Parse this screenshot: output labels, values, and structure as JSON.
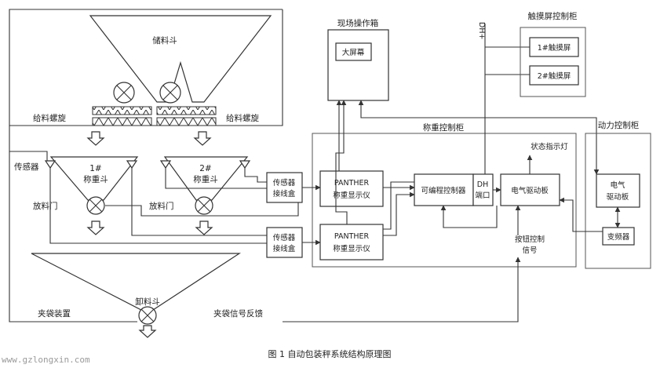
{
  "labels": {
    "storage_hopper": "储料斗",
    "feed_screw_left": "给料螺旋",
    "feed_screw_right": "给料螺旋",
    "sensor": "传感器",
    "hopper1": "1#\n称重斗",
    "hopper2": "2#\n称重斗",
    "discharge_gate1": "放料门",
    "discharge_gate2": "放料门",
    "junction_box1": "传感器\n接线盒",
    "junction_box2": "传感器\n接线盒",
    "panther1": "PANTHER\n称重显示仪",
    "panther2": "PANTHER\n称重显示仪",
    "plc": "可编程控制器",
    "dh_port": "DH\n端口",
    "dh_plus": "DH+",
    "drive_board": "电气驱动板",
    "status_light": "状态指示灯",
    "button_signal": "按钮控制\n信号",
    "field_box": "现场操作箱",
    "big_screen": "大屏幕",
    "touch_cabinet": "触摸屏控制柜",
    "touch1": "1#触摸屏",
    "touch2": "2#触摸屏",
    "weighing_cabinet": "称重控制柜",
    "power_cabinet": "动力控制柜",
    "elec_drive": "电气\n驱动板",
    "inverter": "变频器",
    "unload_hopper": "卸料斗",
    "bag_clamp": "夹袋装置",
    "bag_feedback": "夹袋信号反馈"
  },
  "caption": "图 1   自动包装秤系统结构原理图",
  "watermark": "www.gzlongxin.com"
}
